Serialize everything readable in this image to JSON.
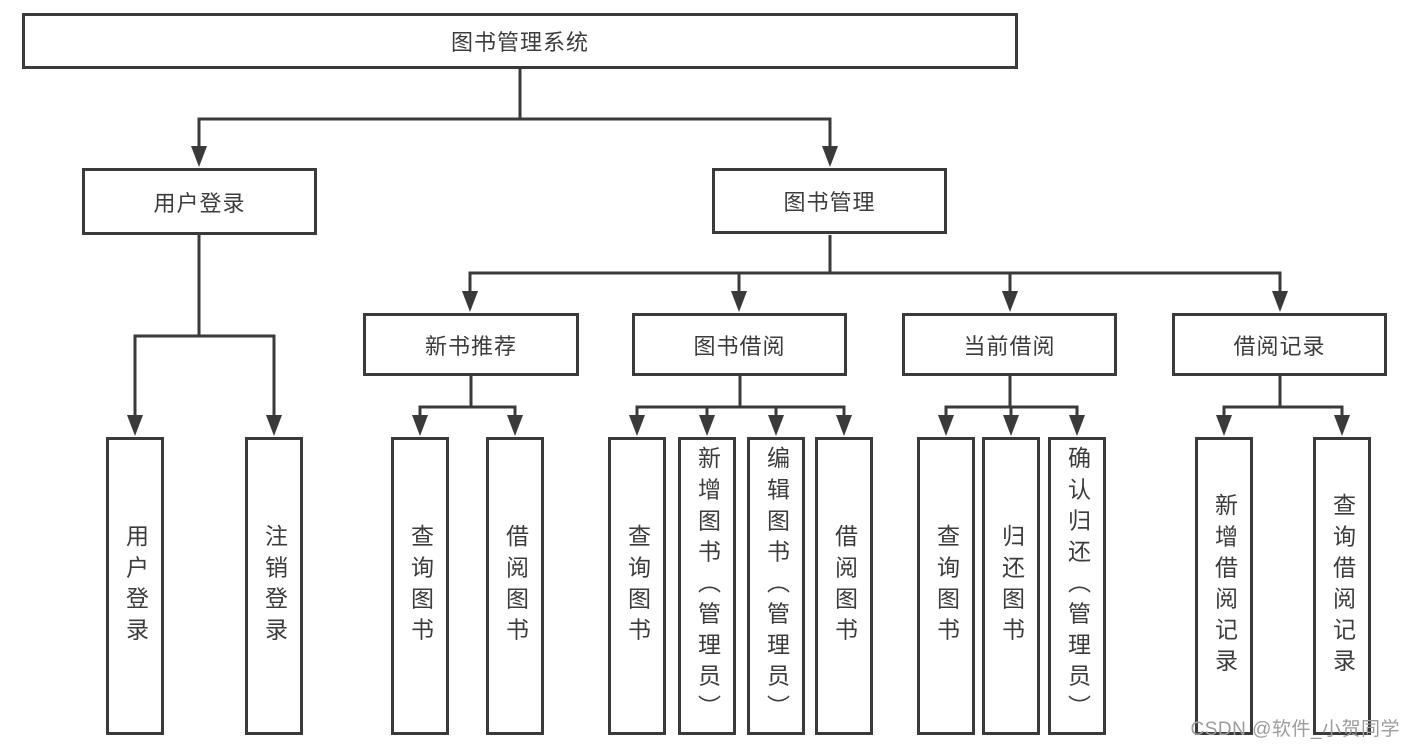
{
  "diagram": {
    "root": {
      "label": "图书管理系统"
    },
    "branches": [
      {
        "label": "用户登录",
        "leaves": [
          {
            "label": "用户登录"
          },
          {
            "label": "注销登录"
          }
        ]
      },
      {
        "label": "图书管理",
        "groups": [
          {
            "label": "新书推荐",
            "leaves": [
              {
                "label": "查询图书"
              },
              {
                "label": "借阅图书"
              }
            ]
          },
          {
            "label": "图书借阅",
            "leaves": [
              {
                "label": "查询图书"
              },
              {
                "label": "新增图书（管理员）"
              },
              {
                "label": "编辑图书（管理员）"
              },
              {
                "label": "借阅图书"
              }
            ]
          },
          {
            "label": "当前借阅",
            "leaves": [
              {
                "label": "查询图书"
              },
              {
                "label": "归还图书"
              },
              {
                "label": "确认归还（管理员）"
              }
            ]
          },
          {
            "label": "借阅记录",
            "leaves": [
              {
                "label": "新增借阅记录"
              },
              {
                "label": "查询借阅记录"
              }
            ]
          }
        ]
      }
    ]
  },
  "watermark": "CSDN @软件_小贺同学",
  "colors": {
    "line": "#3a3a3a",
    "box_border": "#3a3a3a",
    "box_fill": "#ffffff",
    "text": "#3c3c3c",
    "watermark": "#9c9c9c",
    "background": "#ffffff"
  }
}
